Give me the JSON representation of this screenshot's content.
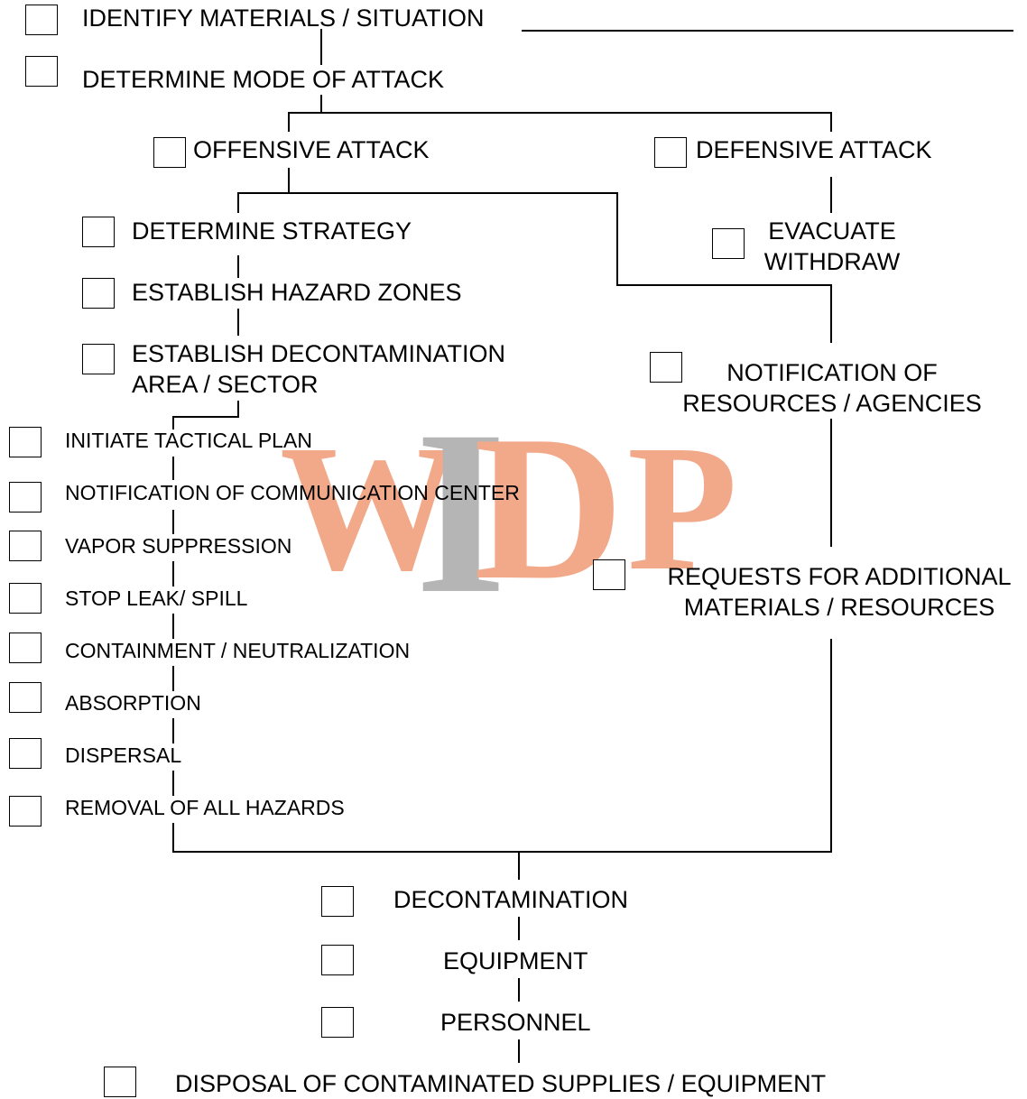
{
  "watermark": {
    "letters": [
      "W",
      "I",
      "D",
      "P"
    ],
    "colors": {
      "primary": "#e8642c",
      "secondary": "#7a7a7a"
    }
  },
  "steps": {
    "identify": {
      "label": "IDENTIFY MATERIALS / SITUATION",
      "answer": ""
    },
    "mode": {
      "label": "DETERMINE  MODE OF ATTACK"
    },
    "offensive": {
      "label": "OFFENSIVE ATTACK"
    },
    "defensive": {
      "label": "DEFENSIVE ATTACK"
    },
    "strategy": {
      "label": "DETERMINE STRATEGY"
    },
    "hazard_zones": {
      "label": "ESTABLISH HAZARD ZONES"
    },
    "decon_area": {
      "line1": "ESTABLISH DECONTAMINATION",
      "line2": "AREA / SECTOR"
    },
    "evacuate": {
      "line1": "EVACUATE",
      "line2": "WITHDRAW"
    },
    "notification_resources": {
      "line1": "NOTIFICATION OF",
      "line2": "RESOURCES / AGENCIES"
    },
    "requests": {
      "line1": "REQUESTS FOR ADDITIONAL",
      "line2": "MATERIALS / RESOURCES"
    },
    "tactical": [
      "INITIATE TACTICAL PLAN",
      "NOTIFICATION OF COMMUNICATION CENTER",
      "VAPOR SUPPRESSION",
      "STOP LEAK/ SPILL",
      "CONTAINMENT / NEUTRALIZATION",
      "ABSORPTION",
      "DISPERSAL",
      "REMOVAL OF ALL HAZARDS"
    ],
    "decontamination": {
      "label": "DECONTAMINATION"
    },
    "equipment": {
      "label": "EQUIPMENT"
    },
    "personnel": {
      "label": "PERSONNEL"
    },
    "disposal": {
      "label": "DISPOSAL OF CONTAMINATED SUPPLIES / EQUIPMENT"
    }
  }
}
